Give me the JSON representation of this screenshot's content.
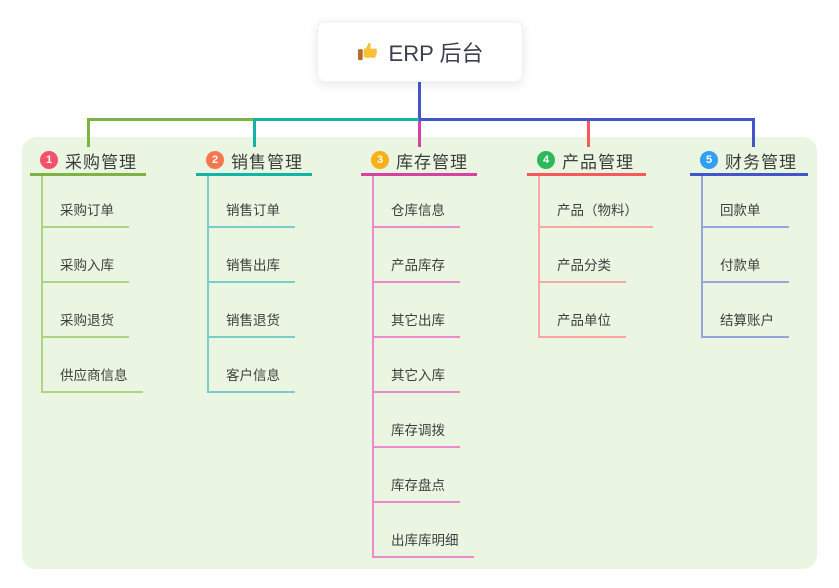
{
  "root": {
    "title": "ERP 后台",
    "icon": "thumbs-up"
  },
  "panel_color": "#eaf6e2",
  "root_connector_color": "#4a5bcd",
  "branches": [
    {
      "index": "1",
      "label": "采购管理",
      "badge_color": "#f4516c",
      "line_color": "#7cb342",
      "light_color": "#abd584",
      "children": [
        "采购订单",
        "采购入库",
        "采购退货",
        "供应商信息"
      ]
    },
    {
      "index": "2",
      "label": "销售管理",
      "badge_color": "#f5774e",
      "line_color": "#13b3a6",
      "light_color": "#79cfc8",
      "children": [
        "销售订单",
        "销售出库",
        "销售退货",
        "客户信息"
      ]
    },
    {
      "index": "3",
      "label": "库存管理",
      "badge_color": "#f9b115",
      "line_color": "#d6429f",
      "light_color": "#ea8cc9",
      "children": [
        "仓库信息",
        "产品库存",
        "其它出库",
        "其它入库",
        "库存调拨",
        "库存盘点",
        "出库库明细"
      ]
    },
    {
      "index": "4",
      "label": "产品管理",
      "badge_color": "#2eb85c",
      "line_color": "#f45a5c",
      "light_color": "#f8a7a5",
      "children": [
        "产品（物料）",
        "产品分类",
        "产品单位"
      ]
    },
    {
      "index": "5",
      "label": "财务管理",
      "badge_color": "#319ff2",
      "line_color": "#4255cb",
      "light_color": "#96a5de",
      "children": [
        "回款单",
        "付款单",
        "结算账户"
      ]
    }
  ]
}
